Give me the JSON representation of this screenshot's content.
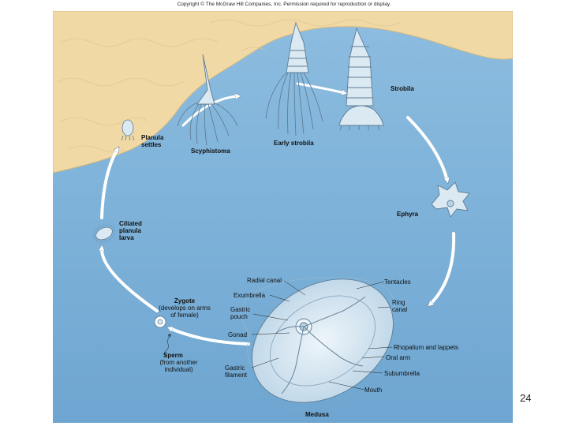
{
  "copyright": "Copyright © The McGraw Hill Companies, Inc. Permission required for reproduction or display.",
  "page_number": "24",
  "stages": {
    "strobila": "Strobila",
    "early_strobila": "Early strobila",
    "scyphistoma": "Scyphistoma",
    "planula_settles": "Planula\nsettles",
    "ciliated_planula_larva": "Ciliated\nplanula\nlarva",
    "ephyra": "Ephyra",
    "zygote": "Zygote",
    "zygote_note": "(develops on arms\nof female)",
    "sperm": "Sperm",
    "sperm_note": "(from another\nindividual)",
    "medusa": "Medusa"
  },
  "medusa_parts": {
    "radial_canal": "Radial canal",
    "exumbrella": "Exumbrella",
    "gastric_pouch": "Gastric\npouch",
    "gonad": "Gonad",
    "gastric_filament": "Gastric\nfilament",
    "tentacles": "Tentacles",
    "ring_canal": "Ring\ncanal",
    "rhopalium_and_lappets": "Rhopalium and lappets",
    "oral_arm": "Oral arm",
    "subumbrella": "Subumbrella",
    "mouth": "Mouth"
  },
  "colors": {
    "water": "#7fb3d9",
    "rock": "#f1d9a6",
    "organism": "#dbe9f3",
    "arrow": "#ffffff"
  }
}
